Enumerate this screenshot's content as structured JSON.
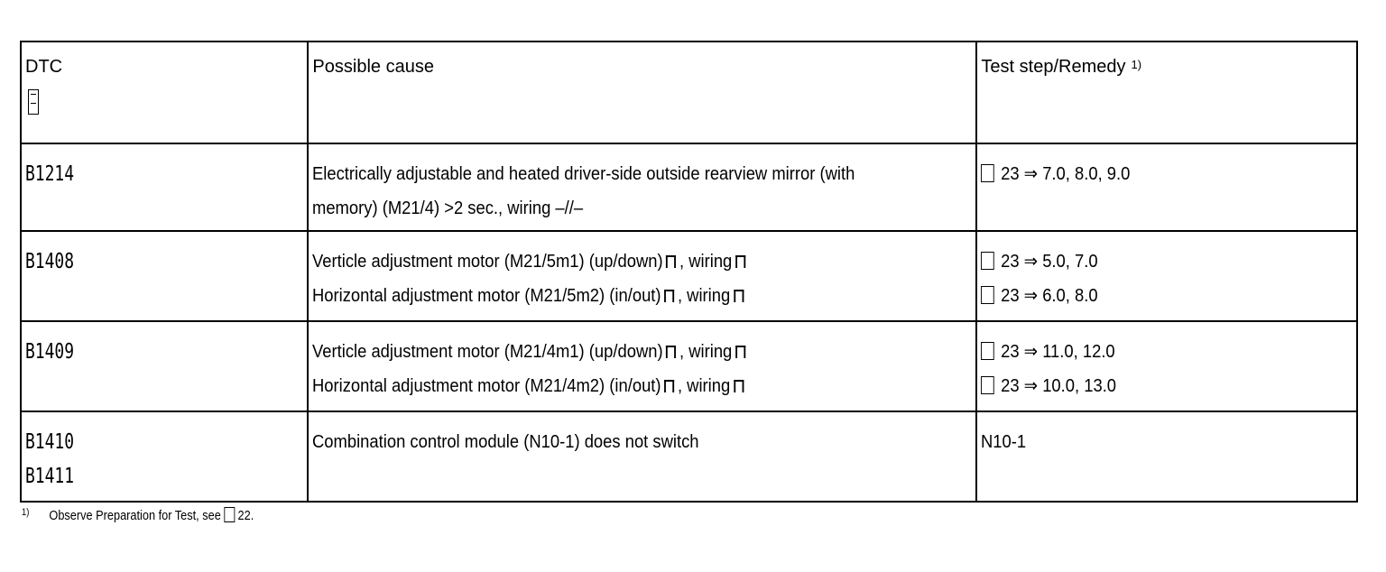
{
  "table": {
    "headers": {
      "dtc": "DTC",
      "cause": "Possible cause",
      "test": "Test step/Remedy",
      "test_footnote_mark": "1)"
    },
    "rows": [
      {
        "codes": [
          "B1214"
        ],
        "causes": [
          "Electrically adjustable and heated driver-side outside rearview mirror (with",
          "memory) (M21/4)  >2 sec., wiring –//–"
        ],
        "tests": [
          "23 ⇒ 7.0, 8.0, 9.0"
        ]
      },
      {
        "codes": [
          "B1408"
        ],
        "causes": [
          "Verticle adjustment motor (M21/5m1) (up/down)",
          "Horizontal adjustment motor (M21/5m2) (in/out)"
        ],
        "cause_suffix": ", wiring",
        "tests": [
          "23 ⇒ 5.0, 7.0",
          "23 ⇒ 6.0, 8.0"
        ]
      },
      {
        "codes": [
          "B1409"
        ],
        "causes": [
          "Verticle adjustment motor (M21/4m1) (up/down)",
          "Horizontal adjustment motor (M21/4m2) (in/out)"
        ],
        "cause_suffix": ", wiring",
        "tests": [
          "23 ⇒ 11.0, 12.0",
          "23 ⇒ 10.0, 13.0"
        ]
      },
      {
        "codes": [
          "B1410",
          "B1411"
        ],
        "causes": [
          "Combination control module (N10-1) does not switch"
        ],
        "tests": [
          "N10-1"
        ]
      }
    ]
  },
  "footnote": {
    "mark": "1)",
    "text": "Observe Preparation for Test, see",
    "ref": "22."
  },
  "icons": {
    "code_reader": "diagnostic-code-icon",
    "reference": "reference-box-icon",
    "connector": "connector-symbol-icon"
  }
}
